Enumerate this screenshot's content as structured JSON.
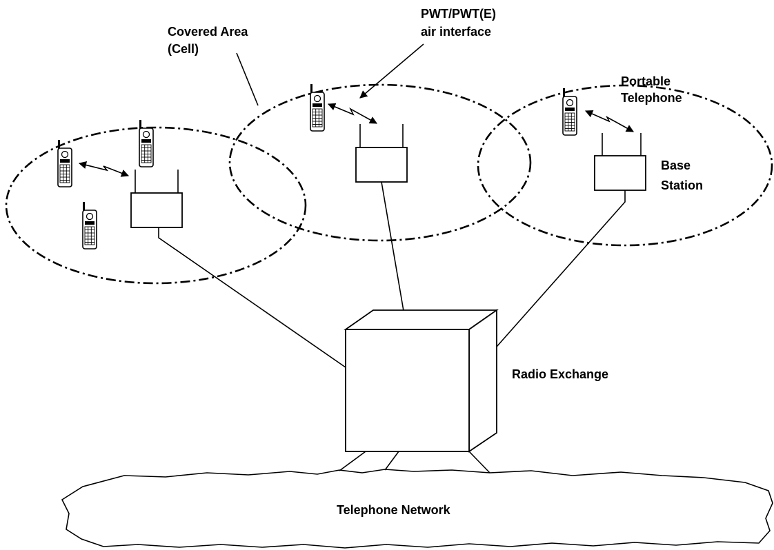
{
  "labels": {
    "covered_area_line1": "Covered Area",
    "covered_area_line2": "(Cell)",
    "air_interface_line1": "PWT/PWT(E)",
    "air_interface_line2": "air interface",
    "portable_line1": "Portable",
    "portable_line2": "Telephone",
    "base_line1": "Base",
    "base_line2": "Station",
    "radio_exchange": "Radio Exchange",
    "telephone_network": "Telephone Network"
  },
  "icons": {
    "handset": "portable-handset-icon",
    "link": "zigzag-radio-link-arrow"
  },
  "colors": {
    "ink": "#000000",
    "background": "#ffffff"
  }
}
